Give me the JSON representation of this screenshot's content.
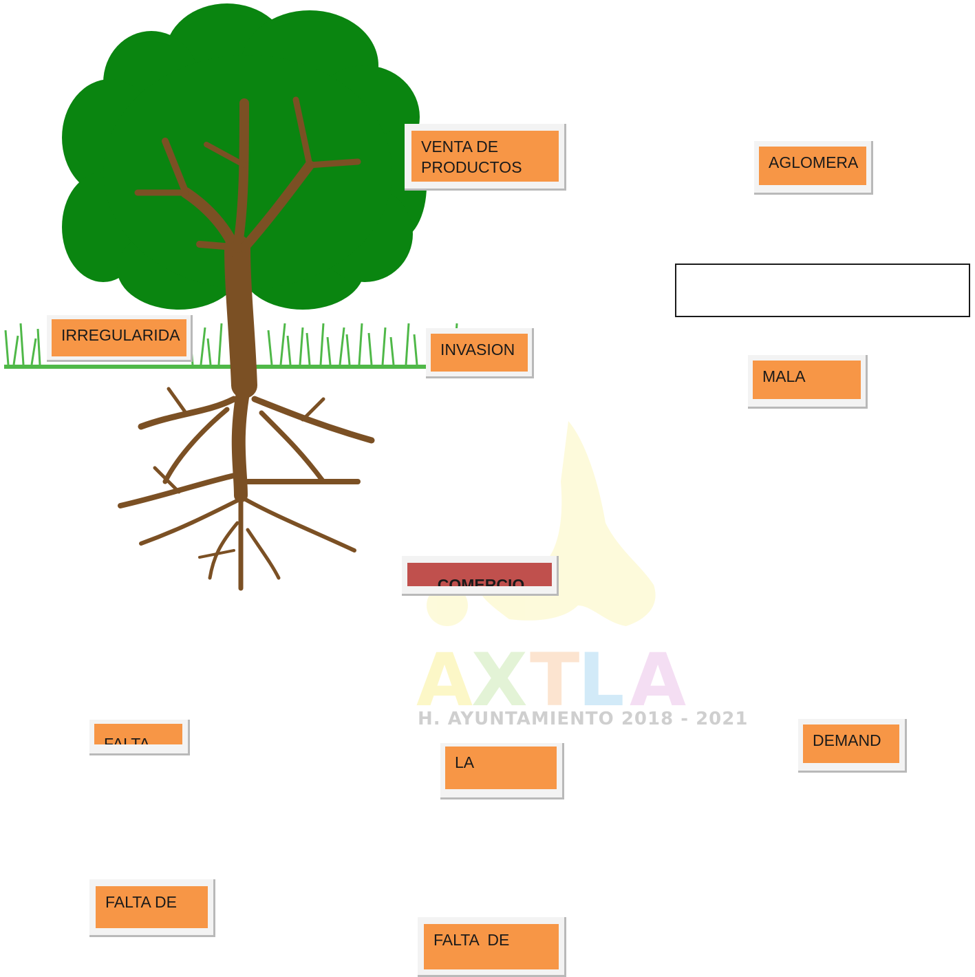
{
  "labels": {
    "venta": "VENTA DE PRODUCTOS",
    "aglomera": "AGLOMERA",
    "irregularida": "IRREGULARIDA",
    "invasion": "INVASION",
    "mala": "MALA",
    "comercio": "COMERCIO",
    "falta_1": "FALTA",
    "la": "LA",
    "demand": "DEMAND",
    "falta_de_1": "FALTA DE",
    "falta_de_2": "FALTA  DE"
  },
  "watermark": {
    "letters": [
      "A",
      "X",
      "T",
      "L",
      "A"
    ],
    "subtitle": "H. AYUNTAMIENTO 2018 - 2021"
  },
  "colors": {
    "label_fill": "#f79646",
    "highlight_fill": "#c0504d",
    "foliage": "#0a8510",
    "trunk": "#7b5024",
    "grass": "#4fb848"
  }
}
